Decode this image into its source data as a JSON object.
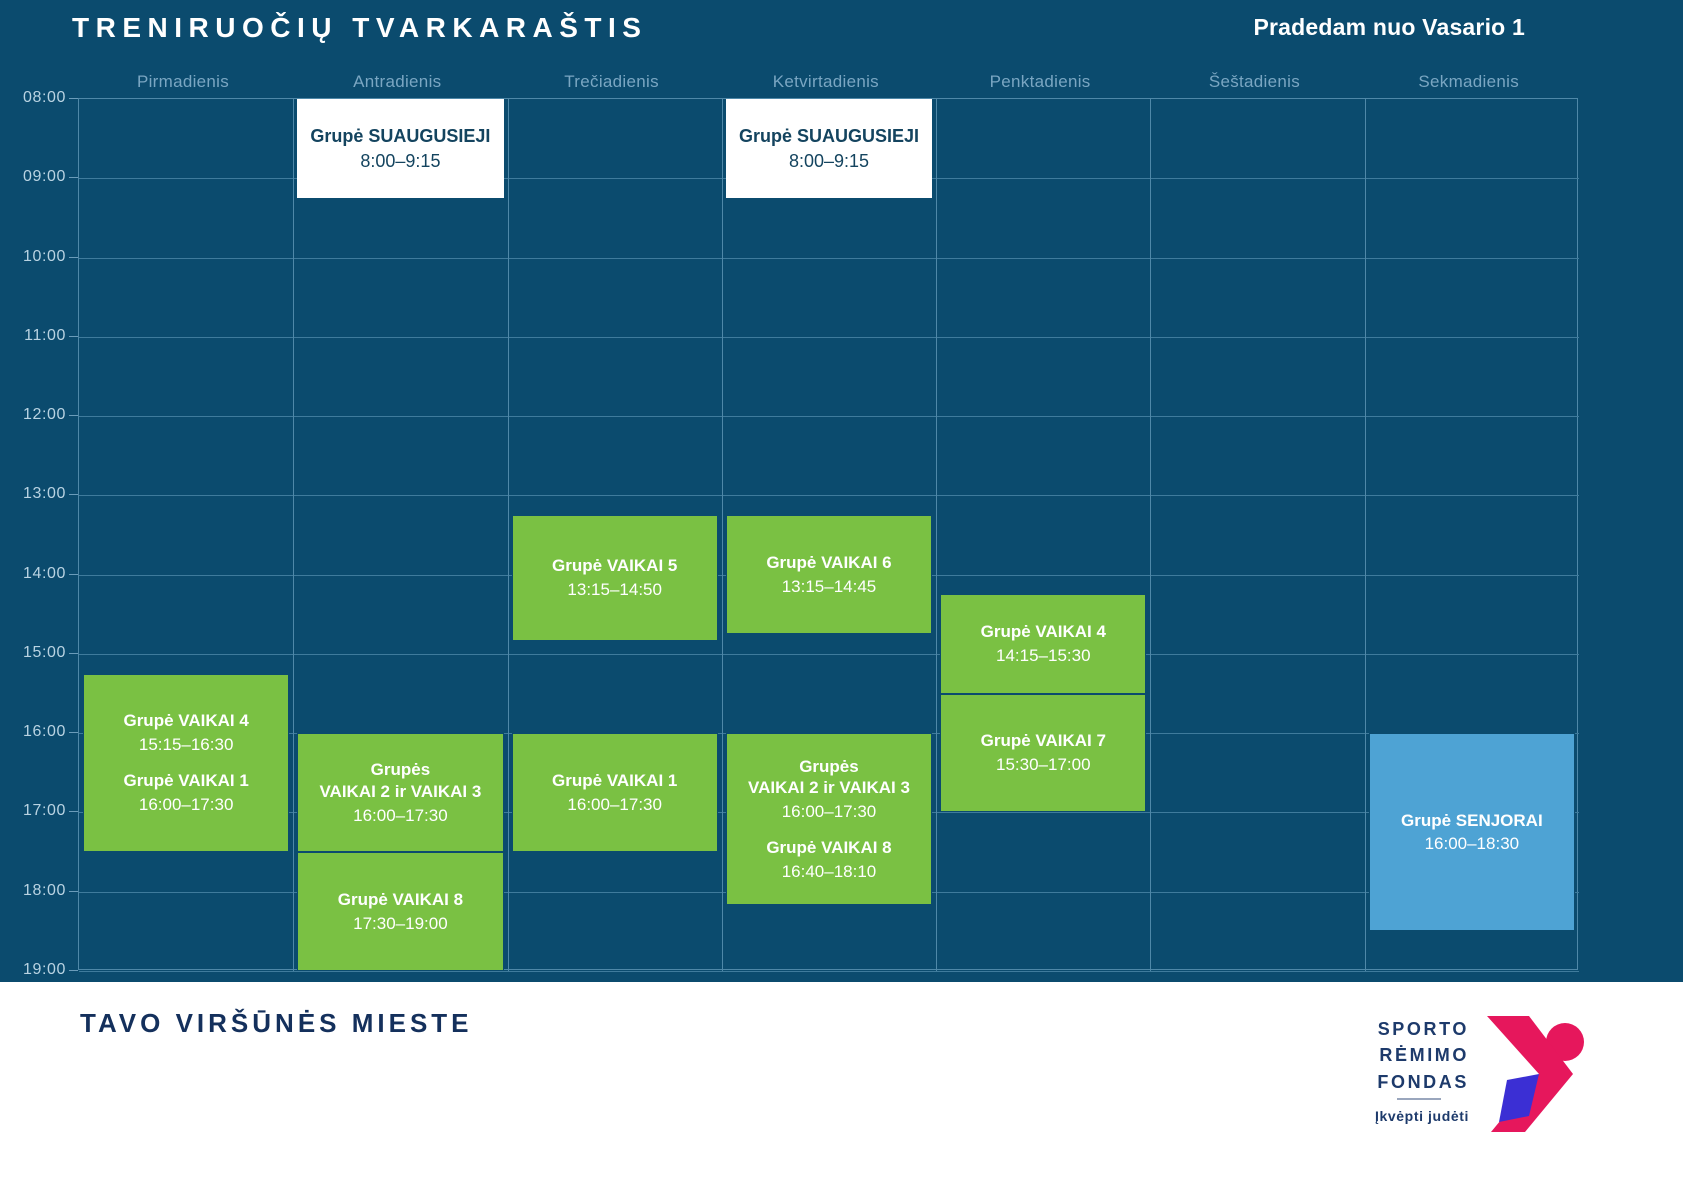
{
  "header": {
    "title": "TRENIRUOČIŲ TVARKARAŠTIS",
    "note": "Pradedam nuo Vasario 1"
  },
  "days": [
    "Pirmadienis",
    "Antradienis",
    "Trečiadienis",
    "Ketvirtadienis",
    "Penktadienis",
    "Šeštadienis",
    "Sekmadienis"
  ],
  "times": [
    "08:00",
    "09:00",
    "10:00",
    "11:00",
    "12:00",
    "13:00",
    "14:00",
    "15:00",
    "16:00",
    "17:00",
    "18:00",
    "19:00"
  ],
  "colors": {
    "background": "#0b4b6e",
    "grid_line": "#3f7b9c",
    "green_event": "#7ac143",
    "white_event": "#ffffff",
    "blue_event": "#4ea3d4",
    "day_label": "#7aa6c2",
    "time_label": "#b9d3e2",
    "footer_background": "#ffffff",
    "footer_text": "#14305c",
    "logo_pink": "#e6175c",
    "logo_blue": "#3b2fd4"
  },
  "events": [
    {
      "day": "Antradienis",
      "style": "white",
      "entries": [
        {
          "title": "Grupė SUAUGUSIEJI",
          "time": "8:00–9:15"
        }
      ]
    },
    {
      "day": "Ketvirtadienis",
      "style": "white",
      "entries": [
        {
          "title": "Grupė SUAUGUSIEJI",
          "time": "8:00–9:15"
        }
      ]
    },
    {
      "day": "Trečiadienis",
      "style": "green",
      "entries": [
        {
          "title": "Grupė VAIKAI 5",
          "time": "13:15–14:50"
        }
      ]
    },
    {
      "day": "Ketvirtadienis",
      "style": "green",
      "entries": [
        {
          "title": "Grupė VAIKAI 6",
          "time": "13:15–14:45"
        }
      ]
    },
    {
      "day": "Penktadienis",
      "style": "green",
      "entries": [
        {
          "title": "Grupė VAIKAI 4",
          "time": "14:15–15:30"
        }
      ]
    },
    {
      "day": "Pirmadienis",
      "style": "green",
      "entries": [
        {
          "title": "Grupė VAIKAI 4",
          "time": "15:15–16:30"
        },
        {
          "title": "Grupė VAIKAI 1",
          "time": "16:00–17:30"
        }
      ]
    },
    {
      "day": "Penktadienis",
      "style": "green",
      "entries": [
        {
          "title": "Grupė VAIKAI 7",
          "time": "15:30–17:00"
        }
      ]
    },
    {
      "day": "Antradienis",
      "style": "green",
      "entries": [
        {
          "title": "Grupės\nVAIKAI 2 ir VAIKAI 3",
          "time": "16:00–17:30"
        }
      ]
    },
    {
      "day": "Trečiadienis",
      "style": "green",
      "entries": [
        {
          "title": "Grupė VAIKAI 1",
          "time": "16:00–17:30"
        }
      ]
    },
    {
      "day": "Ketvirtadienis",
      "style": "green",
      "entries": [
        {
          "title": "Grupės\nVAIKAI 2 ir VAIKAI 3",
          "time": "16:00–17:30"
        },
        {
          "title": "Grupė VAIKAI 8",
          "time": "16:40–18:10"
        }
      ]
    },
    {
      "day": "Sekmadienis",
      "style": "blue",
      "entries": [
        {
          "title": "Grupė SENJORAI",
          "time": "16:00–18:30"
        }
      ]
    },
    {
      "day": "Antradienis",
      "style": "green",
      "entries": [
        {
          "title": "Grupė VAIKAI 8",
          "time": "17:30–19:00"
        }
      ]
    }
  ],
  "footer": {
    "slogan": "TAVO\nVIRŠŪNĖS\nMIESTE",
    "logo_words": "SPORTO\nRĖMIMO\nFONDAS",
    "logo_tagline": "Įkvėpti judėti"
  }
}
